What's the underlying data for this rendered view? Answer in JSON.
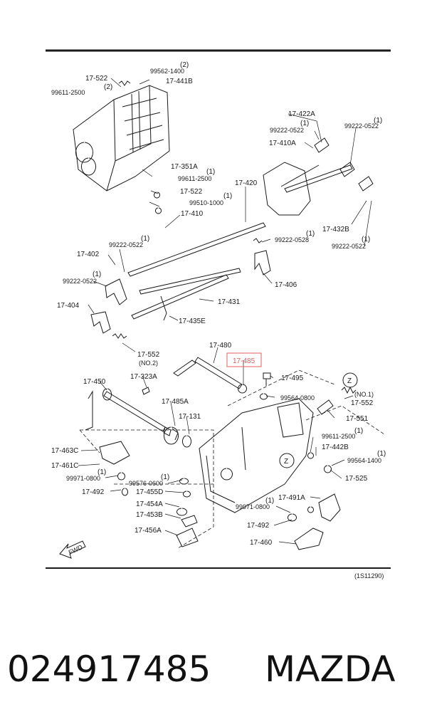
{
  "diagram": {
    "code": "(1S11290)",
    "fwd_label": "FWD",
    "zone_label": "Z",
    "highlight_part": "17-485",
    "labels": [
      "17-522",
      "(2)",
      "99562-1400",
      "(2)",
      "99611-2500",
      "17-441B",
      "17-351A",
      "(1)",
      "99611-2500",
      "17-522",
      "(1)",
      "99510-1000",
      "17-422A",
      "(1)",
      "99222-0522",
      "(1)",
      "99222-0522",
      "17-410A",
      "17-420",
      "17-410",
      "(1)",
      "99222-0522",
      "17-402",
      "(1)",
      "99222-0522",
      "(1)",
      "99222-0528",
      "17-406",
      "17-432B",
      "(1)",
      "99222-0522",
      "17-404",
      "17-431",
      "17-435E",
      "17-552",
      "(NO.2)",
      "17-480",
      "17-485",
      "17-495",
      "17-450",
      "17-323A",
      "17-485A",
      "17-131",
      "99564-0800",
      "(NO.1)",
      "17-552",
      "17-551",
      "17-463C",
      "(1)",
      "99611-2500",
      "17-442B",
      "(1)",
      "99564-1400",
      "17-461C",
      "(1)",
      "99971-0800",
      "(1)",
      "99576-0600",
      "17-525",
      "17-492",
      "17-455D",
      "17-454A",
      "17-453B",
      "(1)",
      "99971-0800",
      "17-491A",
      "17-492",
      "17-456A",
      "17-460"
    ]
  },
  "caption": {
    "part_number": "024917485",
    "brand": "MAZDA"
  }
}
